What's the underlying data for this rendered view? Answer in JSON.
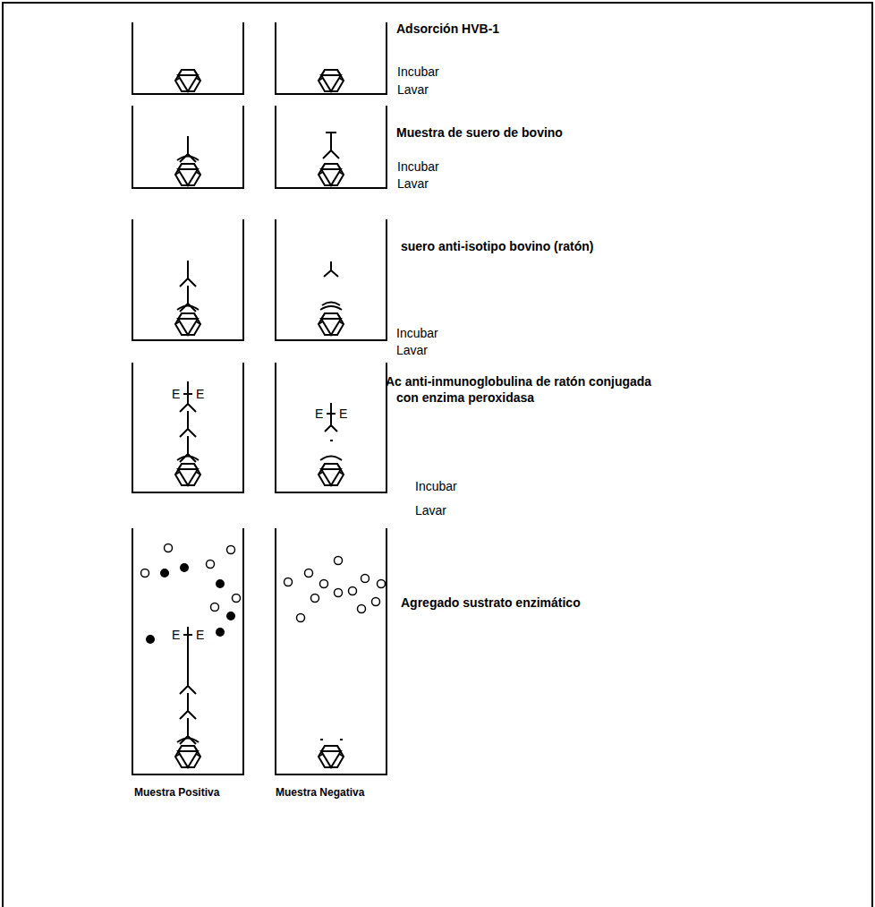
{
  "diagram": {
    "labels": [
      "Adsorción HVB-1",
      "Incubar",
      "Lavar",
      "Muestra de suero de bovino",
      "Incubar",
      "Lavar",
      "suero anti-isotipo bovino (ratón)",
      "Incubar",
      "Lavar",
      "Ac anti-inmunoglobulina de ratón conjugada con enzima peroxidasa",
      "Incubar",
      "Lavar",
      "Agregado sustrato enzimático",
      "Muestra Positiva",
      "Muestra Negativa",
      "E",
      "E",
      "E",
      "E",
      "E",
      "E"
    ]
  }
}
